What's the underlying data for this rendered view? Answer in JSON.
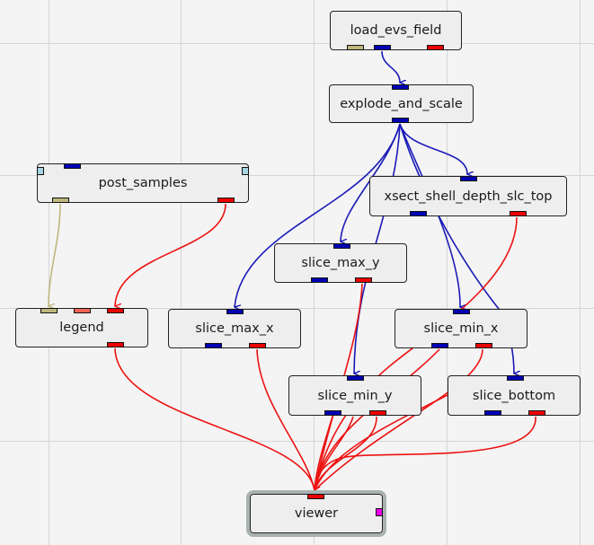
{
  "canvas": {
    "background": "#f4f4f4",
    "grid_color": "#d5d5d5"
  },
  "colors": {
    "field_port": "#0000b4",
    "render_port": "#ee0000",
    "string_port": "#bdb77c",
    "legend_port": "#ee6655",
    "number_port": "#a8d4e2",
    "view_port": "#ee00ee"
  },
  "nodes": {
    "load_evs_field": {
      "label": "load_evs_field"
    },
    "explode_and_scale": {
      "label": "explode_and_scale"
    },
    "post_samples": {
      "label": "post_samples"
    },
    "xsect_shell_depth_slc_top": {
      "label": "xsect_shell_depth_slc_top"
    },
    "slice_max_y": {
      "label": "slice_max_y"
    },
    "legend": {
      "label": "legend"
    },
    "slice_max_x": {
      "label": "slice_max_x"
    },
    "slice_min_x": {
      "label": "slice_min_x"
    },
    "slice_min_y": {
      "label": "slice_min_y"
    },
    "slice_bottom": {
      "label": "slice_bottom"
    },
    "viewer": {
      "label": "viewer",
      "selected": true
    }
  },
  "connections": [
    {
      "from": "load_evs_field",
      "to": "explode_and_scale",
      "type": "field"
    },
    {
      "from": "explode_and_scale",
      "to": "xsect_shell_depth_slc_top",
      "type": "field"
    },
    {
      "from": "explode_and_scale",
      "to": "slice_max_y",
      "type": "field"
    },
    {
      "from": "explode_and_scale",
      "to": "slice_max_x",
      "type": "field"
    },
    {
      "from": "explode_and_scale",
      "to": "slice_min_x",
      "type": "field"
    },
    {
      "from": "explode_and_scale",
      "to": "slice_min_y",
      "type": "field"
    },
    {
      "from": "explode_and_scale",
      "to": "slice_bottom",
      "type": "field"
    },
    {
      "from": "post_samples",
      "to": "legend",
      "type": "string"
    },
    {
      "from": "post_samples",
      "to": "legend",
      "type": "render"
    },
    {
      "from": "legend",
      "to": "viewer",
      "type": "render"
    },
    {
      "from": "slice_max_x",
      "to": "viewer",
      "type": "render"
    },
    {
      "from": "slice_max_y",
      "to": "viewer",
      "type": "render"
    },
    {
      "from": "xsect_shell_depth_slc_top",
      "to": "viewer",
      "type": "render"
    },
    {
      "from": "slice_min_x",
      "to": "viewer",
      "type": "render"
    },
    {
      "from": "slice_min_y",
      "to": "viewer",
      "type": "render"
    },
    {
      "from": "slice_bottom",
      "to": "viewer",
      "type": "render"
    }
  ]
}
